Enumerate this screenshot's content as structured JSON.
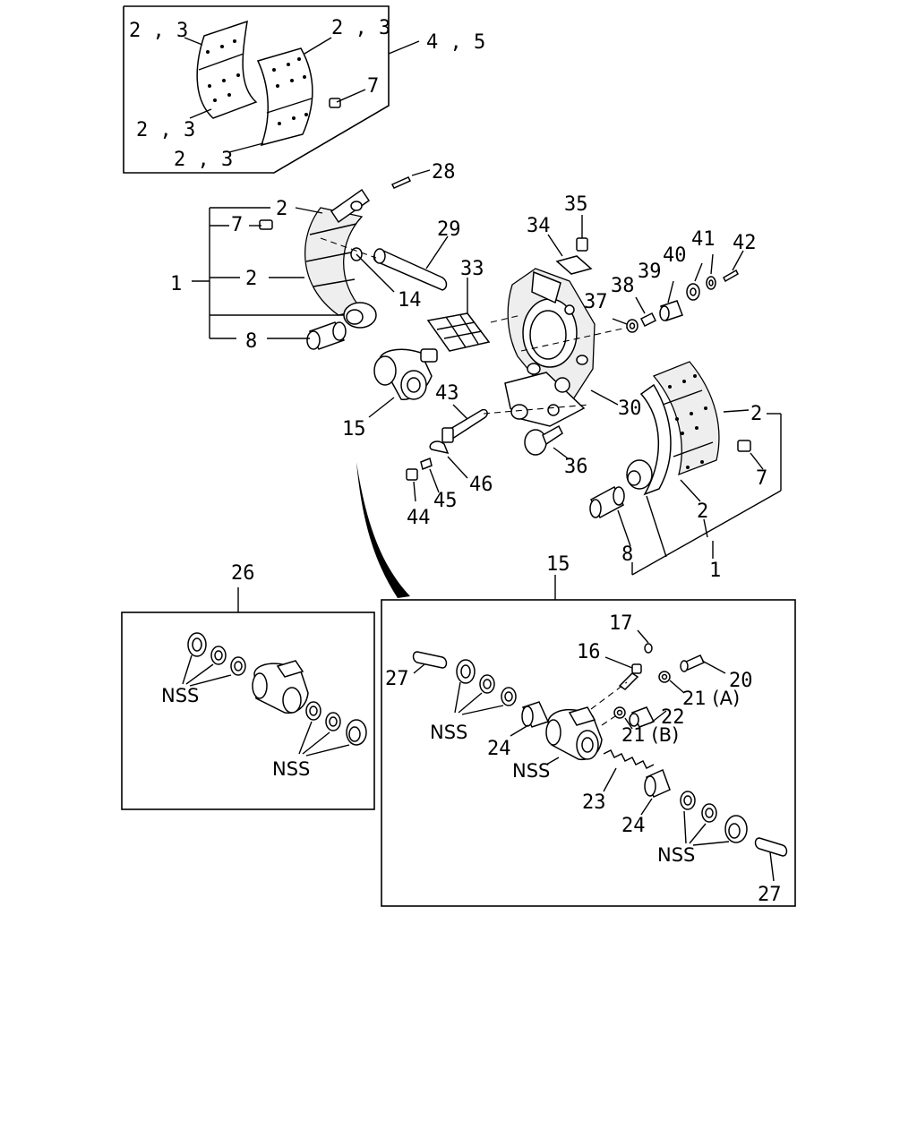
{
  "labels": {
    "lining_left_top": "2 , 3",
    "lining_right_top": "2 , 3",
    "lining_group": "4 , 5",
    "rivet_inset": "7",
    "lining_left_bottom": "2 , 3",
    "lining_bottom": "2 , 3",
    "pin_28": "28",
    "shoe_upper_2a": "2",
    "shoe_upper_7": "7",
    "shoe_upper_1": "1",
    "shoe_upper_2b": "2",
    "shoe_upper_8": "8",
    "anchor_29": "29",
    "spring_14": "14",
    "pad_33": "33",
    "clip_34": "34",
    "bolt_35": "35",
    "washer_37": "37",
    "spring_38": "38",
    "bushing_39": "39",
    "washer_40": "40",
    "washer_41": "41",
    "pin_42": "42",
    "cylinder_15": "15",
    "rod_43": "43",
    "backplate_30": "30",
    "shoe_lower_2a": "2",
    "adjuster_36": "36",
    "clip_46": "46",
    "washer_45": "45",
    "bolt_44": "44",
    "shoe_lower_7": "7",
    "shoe_lower_2b": "2",
    "shoe_lower_8": "8",
    "shoe_lower_1": "1",
    "kit_26": "26",
    "kit_nss_a": "NSS",
    "kit_nss_b": "NSS",
    "assy_15": "15",
    "screw_17": "17",
    "bleeder_16": "16",
    "bolt_20": "20",
    "plunger_27_top": "27",
    "washer_21a": "21 (A)",
    "fitting_22": "22",
    "washer_21b": "21 (B)",
    "assy_nss_a": "NSS",
    "piston_24_top": "24",
    "assy_nss_body": "NSS",
    "spring_23": "23",
    "piston_24_bottom": "24",
    "assy_nss_c": "NSS",
    "plunger_27_bottom": "27"
  }
}
